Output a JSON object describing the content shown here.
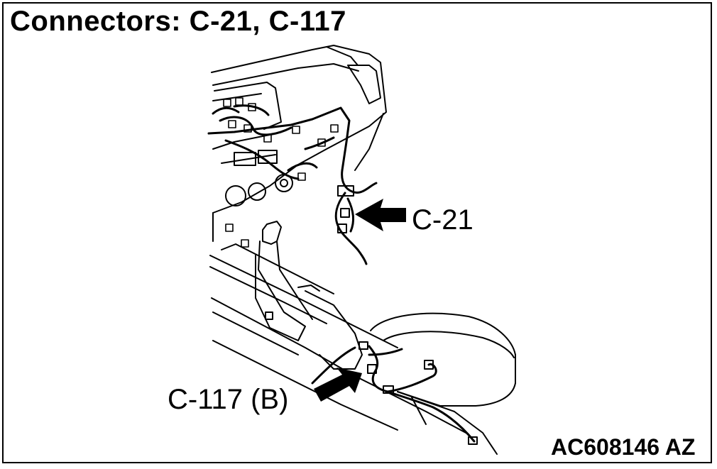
{
  "diagram": {
    "title": "Connectors: C-21, C-117",
    "callouts": {
      "c21_label": "C-21",
      "c117_label": "C-117 (B)"
    },
    "figure_id": "AC608146 AZ"
  },
  "colors": {
    "line": "#000000",
    "background": "#ffffff"
  }
}
